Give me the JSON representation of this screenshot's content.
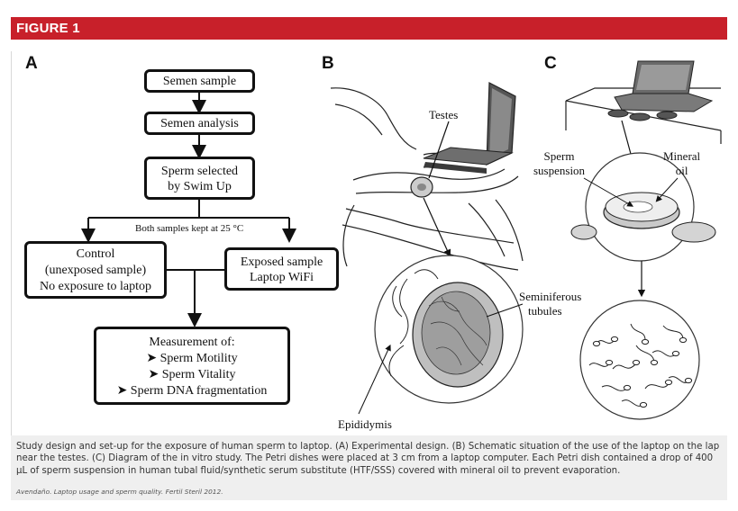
{
  "header": {
    "title": "FIGURE 1"
  },
  "panels": {
    "a": {
      "label": "A",
      "semen_sample": "Semen sample",
      "semen_analysis": "Semen analysis",
      "swim_up_line1": "Sperm selected",
      "swim_up_line2": "by Swim Up",
      "both_samples": "Both samples kept at 25 °C",
      "control_line1": "Control",
      "control_line2": "(unexposed sample)",
      "control_line3": "No exposure to laptop",
      "exposed_line1": "Exposed sample",
      "exposed_line2": "Laptop WiFi",
      "measurement_title": "Measurement of:",
      "measurement_items": [
        "➤ Sperm Motility",
        "➤ Sperm Vitality",
        "➤ Sperm DNA  fragmentation"
      ]
    },
    "b": {
      "label": "B",
      "testes": "Testes",
      "seminiferous_line1": "Seminiferous",
      "seminiferous_line2": "tubules",
      "epididymis": "Epididymis"
    },
    "c": {
      "label": "C",
      "sperm_line1": "Sperm",
      "sperm_line2": "suspension",
      "oil_line1": "Mineral",
      "oil_line2": "oil"
    }
  },
  "caption": {
    "text": "Study design and set-up for the exposure of human sperm to laptop. (A) Experimental design. (B) Schematic situation of the use of the laptop on the lap near the testes. (C) Diagram of the in vitro study. The Petri dishes were placed at 3 cm from a laptop computer. Each Petri dish contained a drop of 400 μL of sperm suspension in human tubal fluid/synthetic serum substitute (HTF/SSS) covered with mineral oil to prevent evaporation.",
    "citation": "Avendaño. Laptop usage and sperm quality. Fertil Steril 2012."
  }
}
